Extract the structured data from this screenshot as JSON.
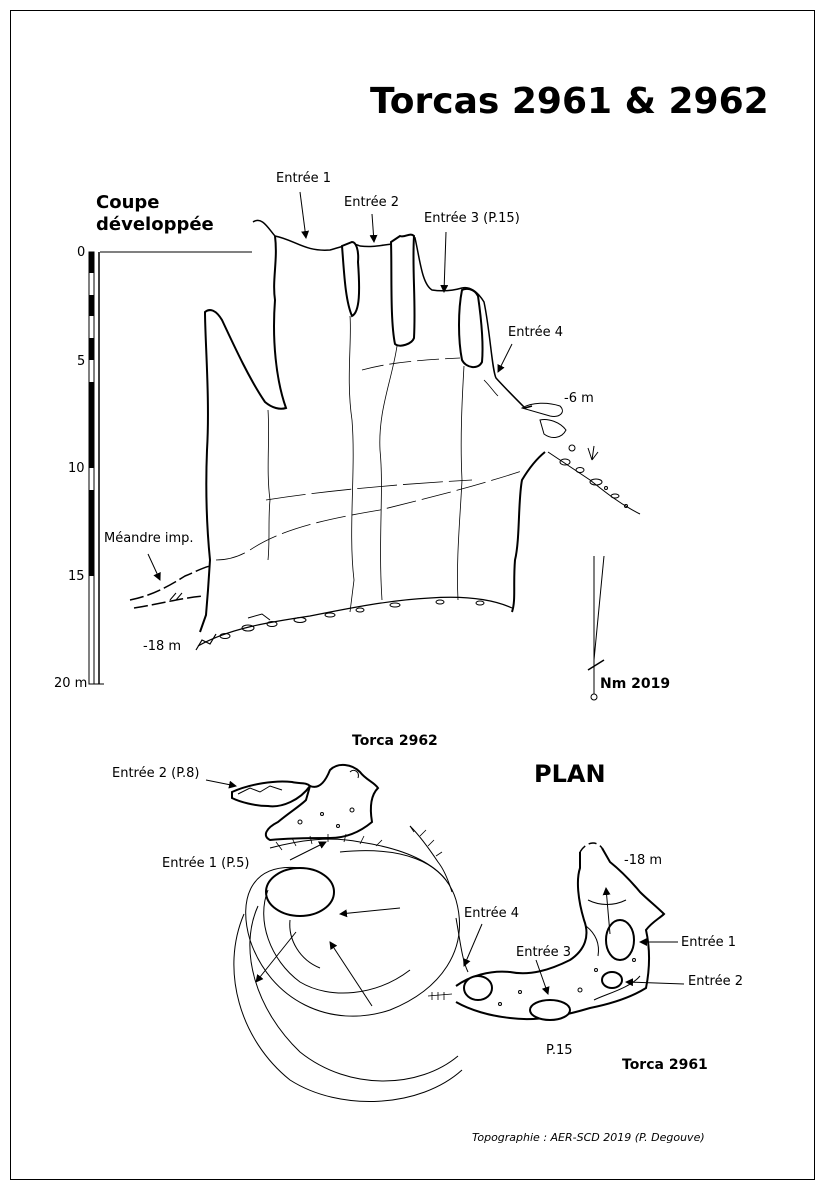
{
  "title": "Torcas 2961 & 2962",
  "section": {
    "heading_line1": "Coupe",
    "heading_line2": "développée",
    "scale_ticks": [
      "0",
      "5",
      "10",
      "15",
      "20 m"
    ],
    "labels": {
      "entree1": "Entrée 1",
      "entree2": "Entrée 2",
      "entree3": "Entrée 3 (P.15)",
      "entree4": "Entrée 4",
      "depth_6": "-6 m",
      "meandre": "Méandre imp.",
      "depth_18": "-18 m"
    },
    "north": "Nm 2019"
  },
  "plan": {
    "heading": "PLAN",
    "torca_2962": "Torca 2962",
    "torca_2961": "Torca 2961",
    "labels": {
      "e2_p8": "Entrée 2 (P.8)",
      "e1_p5": "Entrée 1 (P.5)",
      "entree4": "Entrée 4",
      "entree3": "Entrée 3",
      "entree1": "Entrée 1",
      "entree2": "Entrée 2",
      "depth_18": "-18 m",
      "p15": "P.15"
    }
  },
  "credit": "Topographie : AER-SCD 2019 (P. Degouve)"
}
